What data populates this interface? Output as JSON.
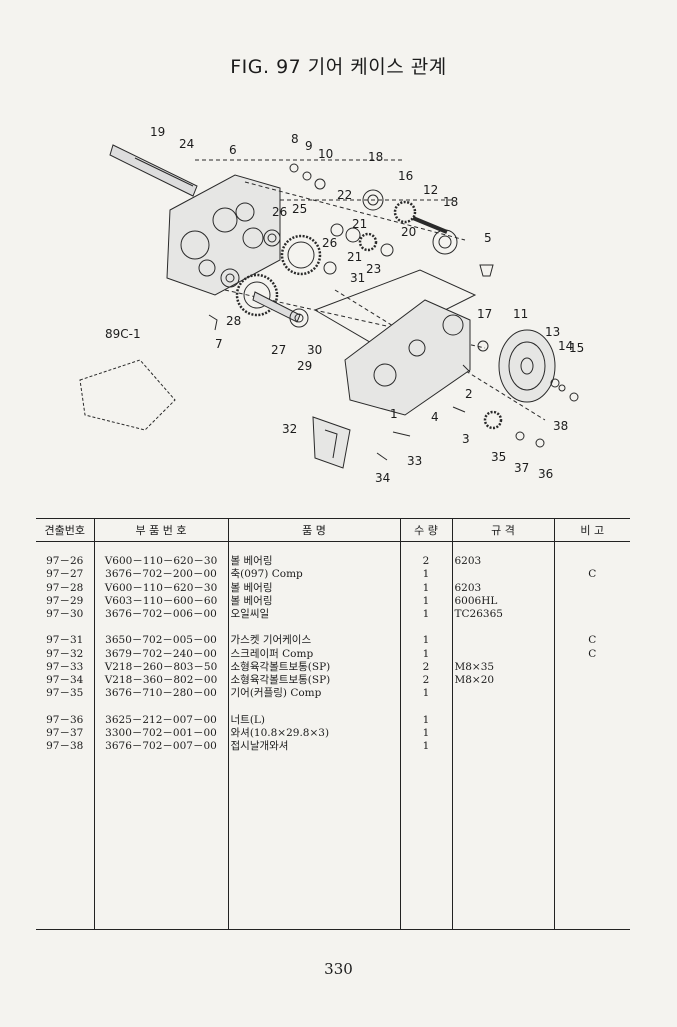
{
  "page": {
    "title": "FIG. 97 기어 케이스 관계",
    "page_number": "330"
  },
  "diagram": {
    "labels": [
      "19",
      "24",
      "6",
      "8",
      "9",
      "10",
      "18",
      "16",
      "12",
      "18",
      "26",
      "25",
      "22",
      "21",
      "20",
      "26",
      "21",
      "23",
      "5",
      "28",
      "31",
      "89C-1",
      "7",
      "27",
      "29",
      "30",
      "17",
      "11",
      "13",
      "14",
      "15",
      "1",
      "2",
      "4",
      "3",
      "38",
      "32",
      "33",
      "35",
      "37",
      "36",
      "34"
    ]
  },
  "table": {
    "headers": [
      "견출번호",
      "부 품 번 호",
      "품 명",
      "수 량",
      "규 격",
      "비 고"
    ],
    "groups": [
      [
        {
          "no": "97－26",
          "part": "V600－110－620－30",
          "name": "볼 베어링",
          "qty": "2",
          "spec": "6203",
          "remark": ""
        },
        {
          "no": "97－27",
          "part": "3676－702－200－00",
          "name": "축(097) Comp",
          "qty": "1",
          "spec": "",
          "remark": "C"
        },
        {
          "no": "97－28",
          "part": "V600－110－620－30",
          "name": "볼 베어링",
          "qty": "1",
          "spec": "6203",
          "remark": ""
        },
        {
          "no": "97－29",
          "part": "V603－110－600－60",
          "name": "볼 베어링",
          "qty": "1",
          "spec": "6006HL",
          "remark": ""
        },
        {
          "no": "97－30",
          "part": "3676－702－006－00",
          "name": "오일씨일",
          "qty": "1",
          "spec": "TC26365",
          "remark": ""
        }
      ],
      [
        {
          "no": "97－31",
          "part": "3650－702－005－00",
          "name": "가스켓 기어케이스",
          "qty": "1",
          "spec": "",
          "remark": "C"
        },
        {
          "no": "97－32",
          "part": "3679－702－240－00",
          "name": "스크레이퍼 Comp",
          "qty": "1",
          "spec": "",
          "remark": "C"
        },
        {
          "no": "97－33",
          "part": "V218－260－803－50",
          "name": "소형육각볼트보통(SP)",
          "qty": "2",
          "spec": "M8×35",
          "remark": ""
        },
        {
          "no": "97－34",
          "part": "V218－360－802－00",
          "name": "소형육각볼트보통(SP)",
          "qty": "2",
          "spec": "M8×20",
          "remark": ""
        },
        {
          "no": "97－35",
          "part": "3676－710－280－00",
          "name": "기어(커플링) Comp",
          "qty": "1",
          "spec": "",
          "remark": ""
        }
      ],
      [
        {
          "no": "97－36",
          "part": "3625－212－007－00",
          "name": "너트(L)",
          "qty": "1",
          "spec": "",
          "remark": ""
        },
        {
          "no": "97－37",
          "part": "3300－702－001－00",
          "name": "와셔(10.8×29.8×3)",
          "qty": "1",
          "spec": "",
          "remark": ""
        },
        {
          "no": "97－38",
          "part": "3676－702－007－00",
          "name": "접시날개와셔",
          "qty": "1",
          "spec": "",
          "remark": ""
        }
      ]
    ]
  }
}
